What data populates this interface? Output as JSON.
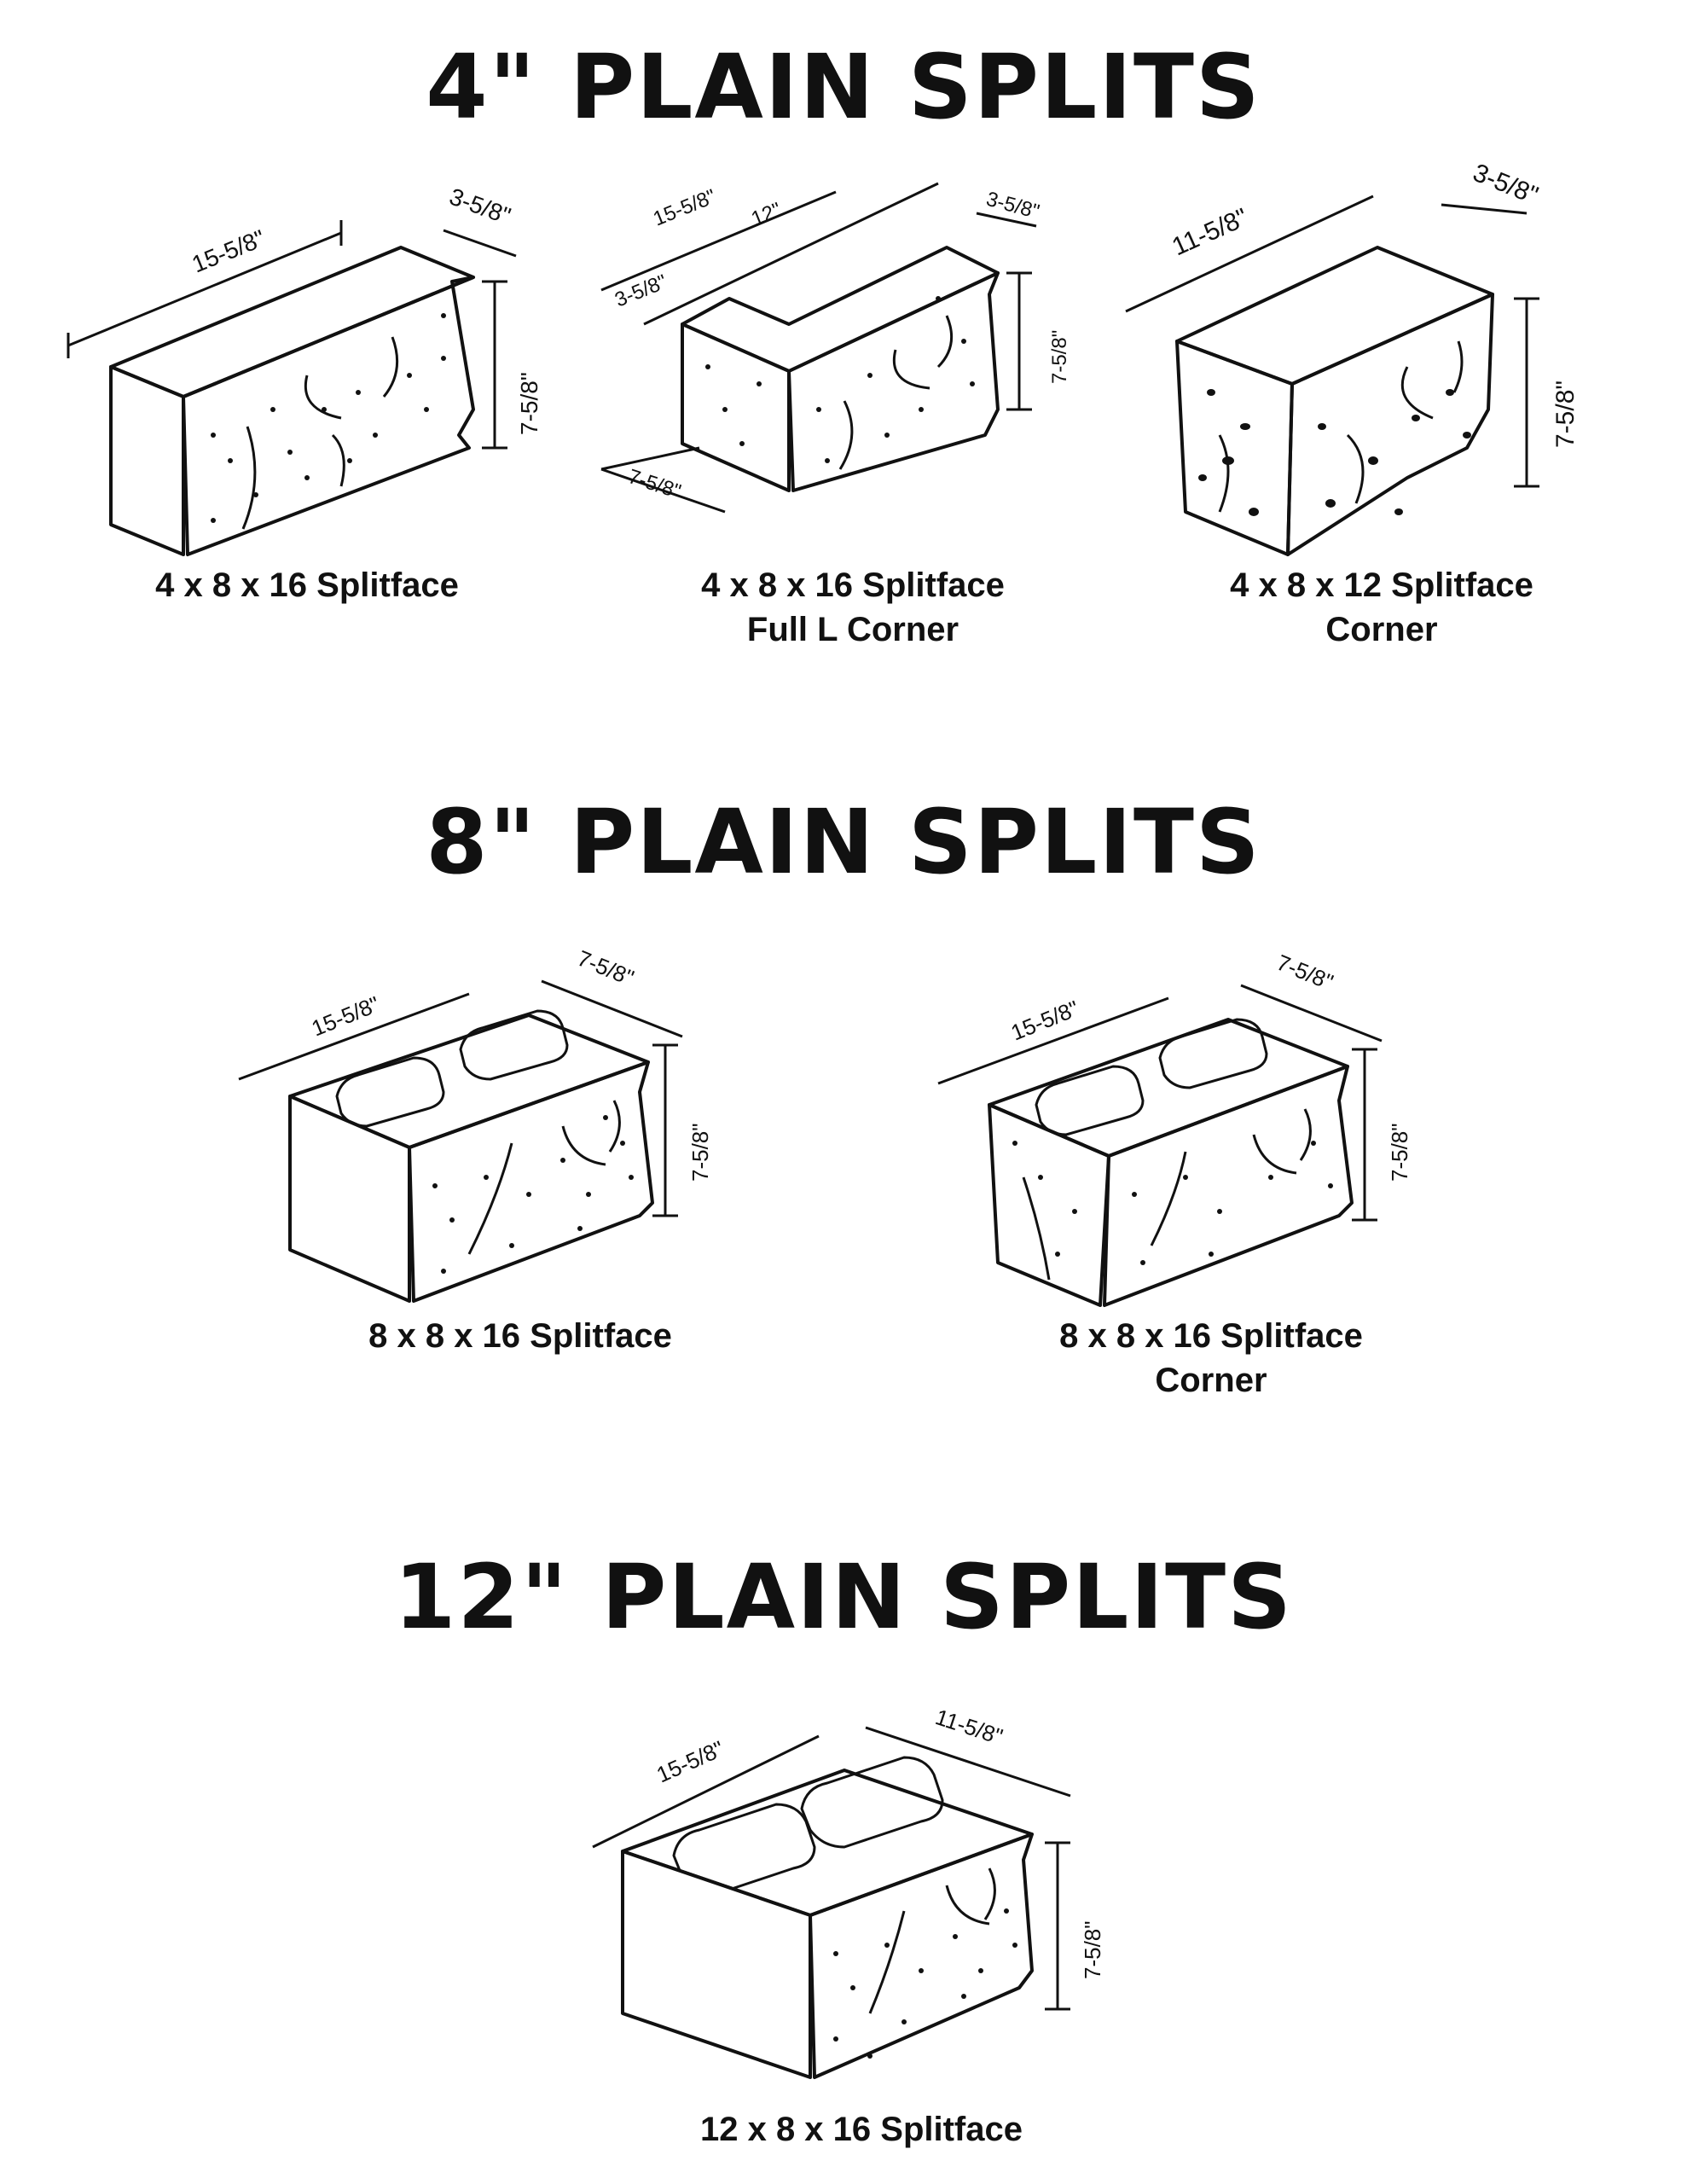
{
  "sections": [
    {
      "title": "4\" PLAIN SPLITS"
    },
    {
      "title": "8\" PLAIN SPLITS"
    },
    {
      "title": "12\" PLAIN SPLITS"
    }
  ],
  "blocks": [
    {
      "caption": [
        "4 x 8 x 16 Splitface"
      ],
      "dims": {
        "length": "15-5/8\"",
        "width": "3-5/8\"",
        "height": "7-5/8\""
      }
    },
    {
      "caption": [
        "4 x 8 x 16 Splitface",
        "Full L Corner"
      ],
      "dims": {
        "length": "15-5/8\"",
        "inner": "12\"",
        "return": "3-5/8\"",
        "width": "3-5/8\"",
        "height": "7-5/8\"",
        "depth": "7-5/8\""
      }
    },
    {
      "caption": [
        "4 x 8 x 12 Splitface",
        "Corner"
      ],
      "dims": {
        "length": "11-5/8\"",
        "width": "3-5/8\"",
        "height": "7-5/8\""
      }
    },
    {
      "caption": [
        "8 x 8 x 16 Splitface"
      ],
      "dims": {
        "length": "15-5/8\"",
        "width": "7-5/8\"",
        "height": "7-5/8\""
      }
    },
    {
      "caption": [
        "8 x 8 x 16 Splitface",
        "Corner"
      ],
      "dims": {
        "length": "15-5/8\"",
        "width": "7-5/8\"",
        "height": "7-5/8\""
      }
    },
    {
      "caption": [
        "12 x 8 x 16 Splitface"
      ],
      "dims": {
        "length": "15-5/8\"",
        "width": "11-5/8\"",
        "height": "7-5/8\""
      }
    }
  ]
}
